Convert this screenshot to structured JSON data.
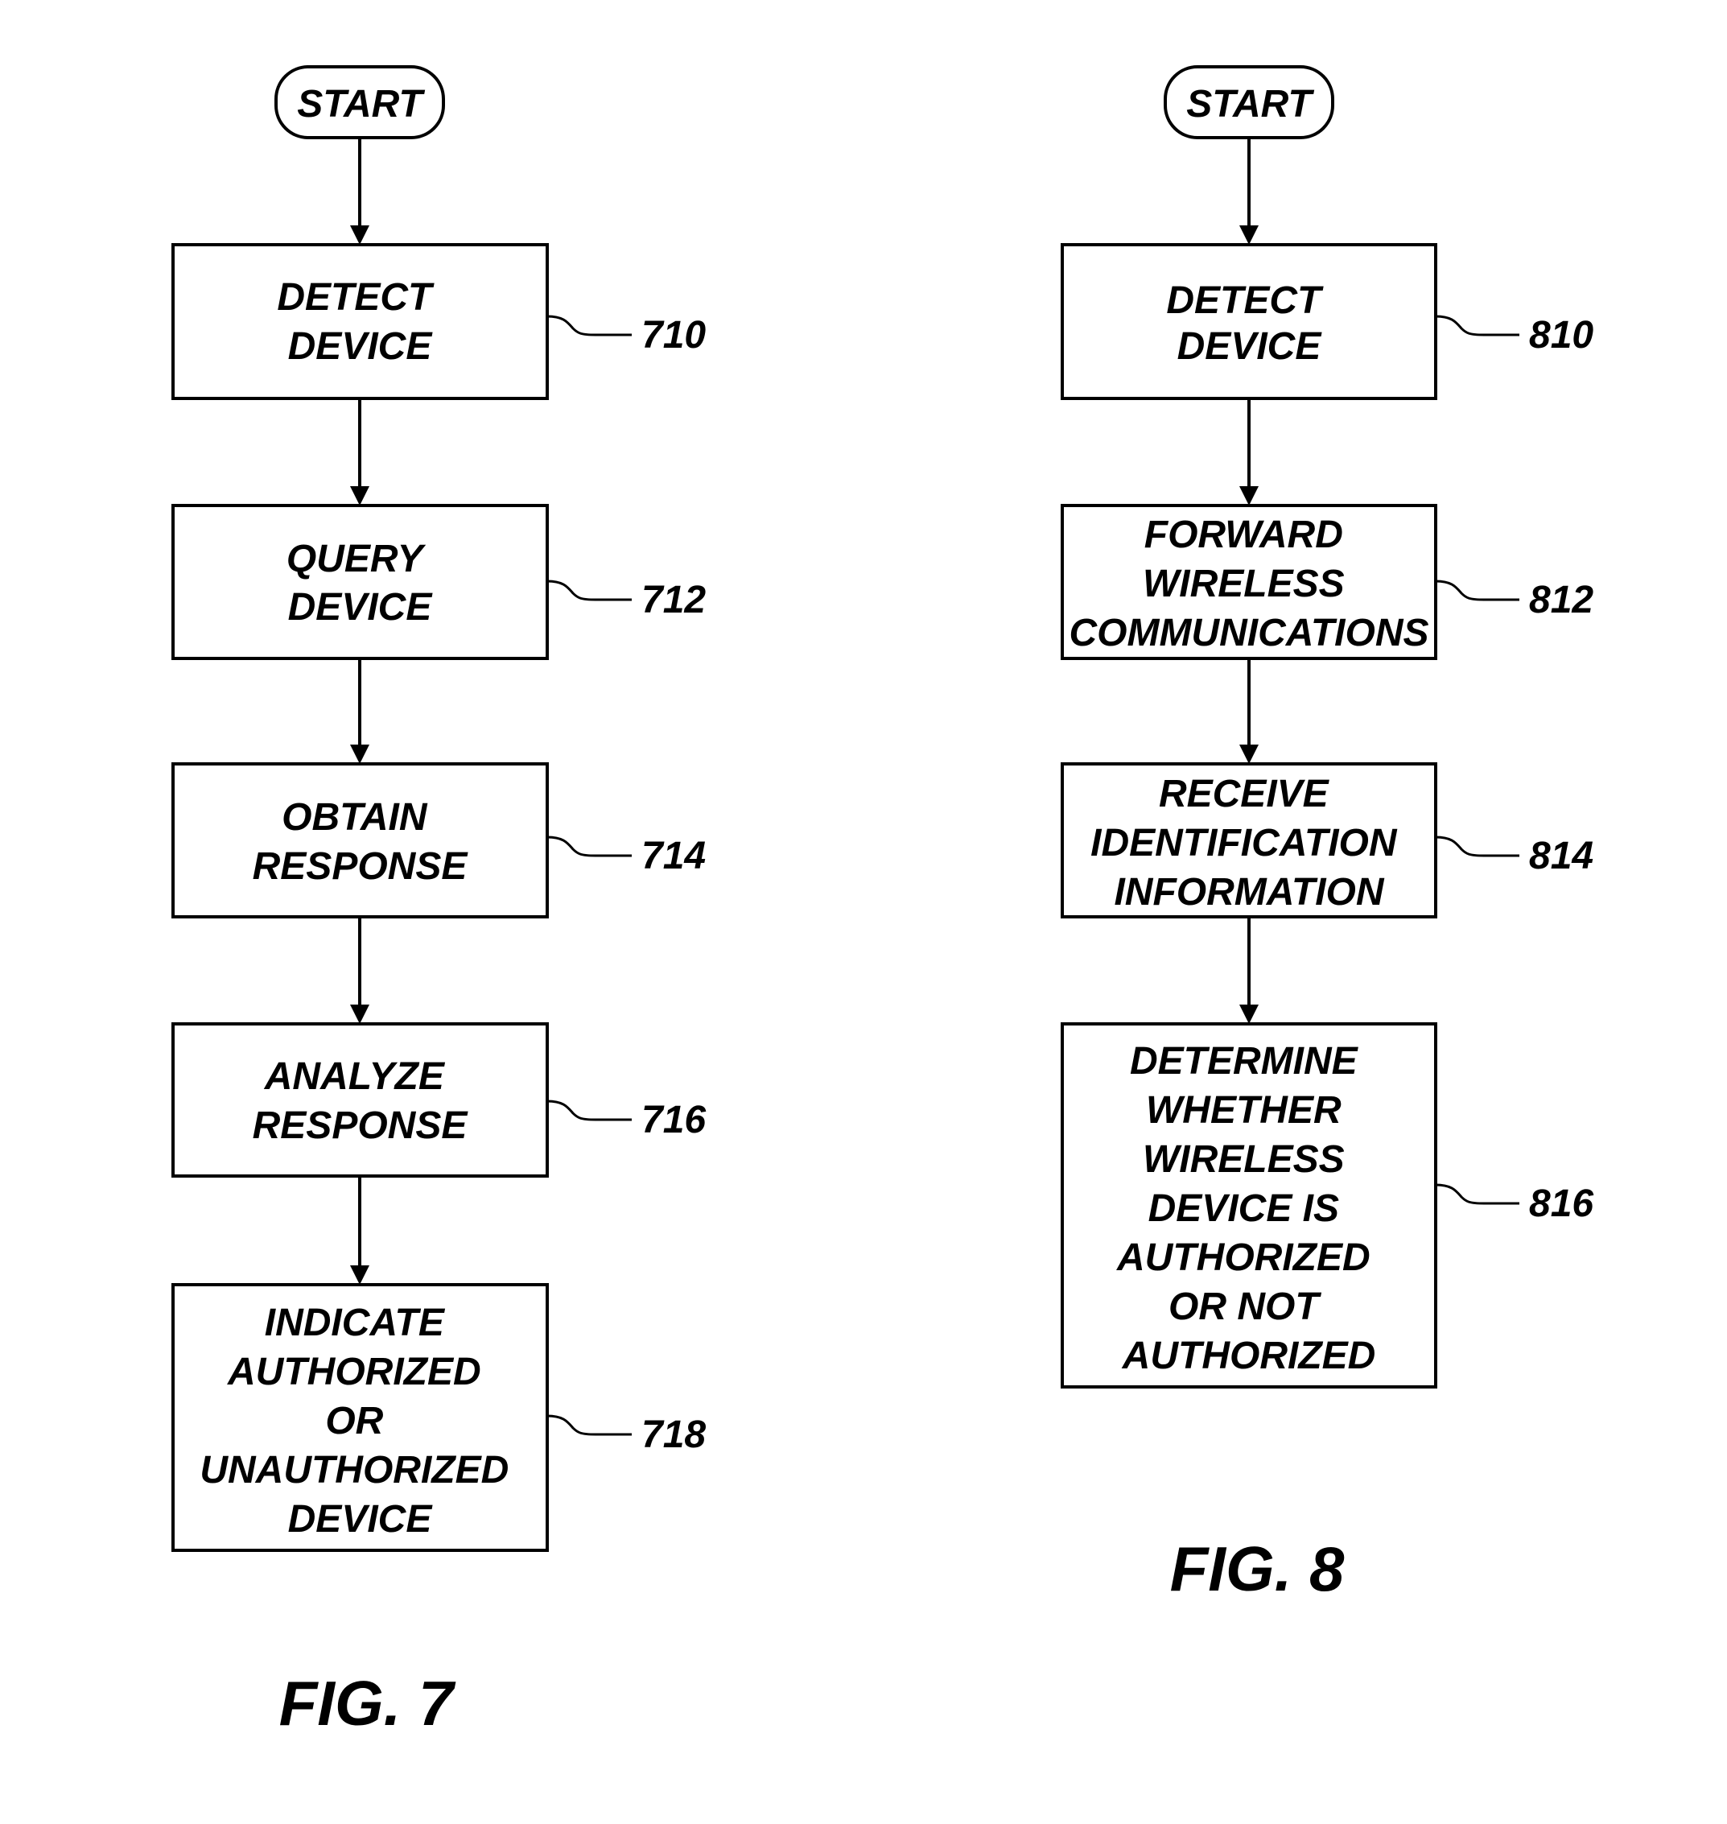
{
  "figure7": {
    "caption": "FIG. 7",
    "start": "START",
    "steps": [
      {
        "ref": "710",
        "lines": [
          "DETECT",
          "DEVICE"
        ]
      },
      {
        "ref": "712",
        "lines": [
          "QUERY",
          "DEVICE"
        ]
      },
      {
        "ref": "714",
        "lines": [
          "OBTAIN",
          "RESPONSE"
        ]
      },
      {
        "ref": "716",
        "lines": [
          "ANALYZE",
          "RESPONSE"
        ]
      },
      {
        "ref": "718",
        "lines": [
          "INDICATE",
          "AUTHORIZED",
          "OR",
          "UNAUTHORIZED",
          "DEVICE"
        ]
      }
    ]
  },
  "figure8": {
    "caption": "FIG. 8",
    "start": "START",
    "steps": [
      {
        "ref": "810",
        "lines": [
          "DETECT",
          "DEVICE"
        ]
      },
      {
        "ref": "812",
        "lines": [
          "FORWARD",
          "WIRELESS",
          "COMMUNICATIONS"
        ]
      },
      {
        "ref": "814",
        "lines": [
          "RECEIVE",
          "IDENTIFICATION",
          "INFORMATION"
        ]
      },
      {
        "ref": "816",
        "lines": [
          "DETERMINE",
          "WHETHER",
          "WIRELESS",
          "DEVICE IS",
          "AUTHORIZED",
          "OR NOT",
          "AUTHORIZED"
        ]
      }
    ]
  }
}
